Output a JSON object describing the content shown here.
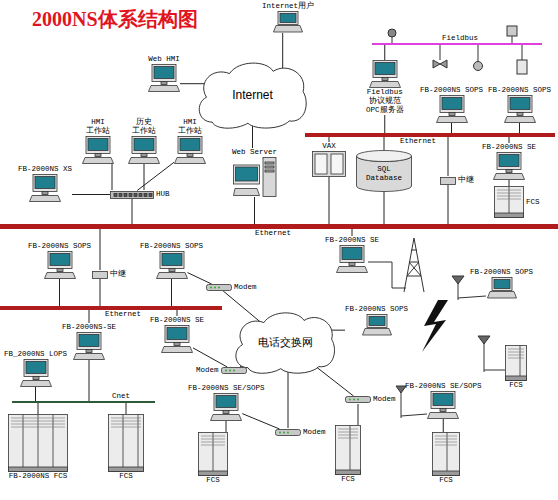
{
  "diagram": {
    "title": "2000NS体系结构图",
    "nodes": [
      {
        "text": [
          "Internet用户"
        ]
      },
      {
        "text": [
          "Web HMI"
        ]
      },
      {
        "text": [
          "Internet"
        ]
      },
      {
        "text": [
          "Fieldbus"
        ]
      },
      {
        "text": [
          "Fieldbus 协议规范 OPC服务器"
        ]
      },
      {
        "text": [
          "FB-2000NS SOPS"
        ]
      },
      {
        "text": [
          "FB-2000NS SOPS"
        ]
      },
      {
        "text": [
          "HMI 工作站"
        ]
      },
      {
        "text": [
          "历史 工作站"
        ]
      },
      {
        "text": [
          "HMI 工作站"
        ]
      },
      {
        "text": [
          "Ethernet"
        ]
      },
      {
        "text": [
          "FB-2000NS XS"
        ]
      },
      {
        "text": [
          "HUB"
        ]
      },
      {
        "text": [
          "Web Server"
        ]
      },
      {
        "text": [
          "VAX"
        ]
      },
      {
        "text": [
          "SQL Database"
        ]
      },
      {
        "text": [
          "中继"
        ]
      },
      {
        "text": [
          "FB-2000NS SE"
        ]
      },
      {
        "text": [
          "FCS"
        ]
      },
      {
        "text": [
          "Ethernet"
        ]
      },
      {
        "text": [
          "FB-2000NS SOPS"
        ]
      },
      {
        "text": [
          "FB-2000NS SOPS"
        ]
      },
      {
        "text": [
          "FB-2000NS SE"
        ]
      },
      {
        "text": [
          "中继"
        ]
      },
      {
        "text": [
          "Modem"
        ]
      },
      {
        "text": [
          "FB-2000NS SOPS"
        ]
      },
      {
        "text": [
          "Ethernet"
        ]
      },
      {
        "text": [
          "FB-2000NS-SE"
        ]
      },
      {
        "text": [
          "FB-2000NS SE"
        ]
      },
      {
        "text": [
          "电话交换网"
        ]
      },
      {
        "text": [
          "FB-2000NS SOPS"
        ]
      },
      {
        "text": [
          "FB_2000NS LOPS"
        ]
      },
      {
        "text": [
          "Modem"
        ]
      },
      {
        "text": [
          "FCS"
        ]
      },
      {
        "text": [
          "Cnet"
        ]
      },
      {
        "text": [
          "FB-2000NS SE/SOPS"
        ]
      },
      {
        "text": [
          "FB-2000NS SE/SOPS"
        ]
      },
      {
        "text": [
          "Modem"
        ]
      },
      {
        "text": [
          "Modem"
        ]
      },
      {
        "text": [
          "FB-2000NS FCS"
        ]
      },
      {
        "text": [
          "FCS"
        ]
      },
      {
        "text": [
          "FCS"
        ]
      },
      {
        "text": [
          "FCS"
        ]
      },
      {
        "text": [
          "FCS"
        ]
      }
    ],
    "edges": [
      {
        "from": 0,
        "to": 2,
        "arrow": "none"
      },
      {
        "from": 1,
        "to": 2,
        "arrow": "none"
      },
      {
        "from": 2,
        "to": 13,
        "arrow": "none"
      },
      {
        "from": 3,
        "to": 4,
        "arrow": "none"
      },
      {
        "from": 4,
        "to": 10,
        "arrow": "none"
      },
      {
        "from": 5,
        "to": 10,
        "arrow": "none"
      },
      {
        "from": 6,
        "to": 10,
        "arrow": "none"
      },
      {
        "from": 7,
        "to": 12,
        "arrow": "none"
      },
      {
        "from": 8,
        "to": 12,
        "arrow": "none"
      },
      {
        "from": 9,
        "to": 12,
        "arrow": "none"
      },
      {
        "from": 11,
        "to": 12,
        "arrow": "none"
      },
      {
        "from": 12,
        "to": 19,
        "arrow": "none"
      },
      {
        "from": 13,
        "to": 19,
        "arrow": "none"
      },
      {
        "from": 10,
        "to": 14,
        "arrow": "none"
      },
      {
        "from": 14,
        "to": 19,
        "arrow": "none"
      },
      {
        "from": 10,
        "to": 15,
        "arrow": "none"
      },
      {
        "from": 15,
        "to": 19,
        "arrow": "none"
      },
      {
        "from": 10,
        "to": 16,
        "arrow": "none"
      },
      {
        "from": 16,
        "to": 19,
        "arrow": "none"
      },
      {
        "from": 10,
        "to": 17,
        "arrow": "none"
      },
      {
        "from": 17,
        "to": 18,
        "arrow": "none"
      },
      {
        "from": 19,
        "to": 22,
        "arrow": "none"
      },
      {
        "from": 19,
        "to": 23,
        "arrow": "none"
      },
      {
        "from": 23,
        "to": 26,
        "arrow": "none"
      },
      {
        "from": 20,
        "to": 26,
        "arrow": "none"
      },
      {
        "from": 21,
        "to": 26,
        "arrow": "none"
      },
      {
        "from": 21,
        "to": 24,
        "arrow": "none"
      },
      {
        "from": 24,
        "to": 29,
        "arrow": "none"
      },
      {
        "from": 26,
        "to": 27,
        "arrow": "none"
      },
      {
        "from": 26,
        "to": 28,
        "arrow": "none"
      },
      {
        "from": 28,
        "to": 32,
        "arrow": "none"
      },
      {
        "from": 32,
        "to": 29,
        "arrow": "none"
      },
      {
        "from": 30,
        "to": 29,
        "arrow": "none"
      },
      {
        "from": 27,
        "to": 34,
        "arrow": "none"
      },
      {
        "from": 31,
        "to": 34,
        "arrow": "none"
      },
      {
        "from": 34,
        "to": 39,
        "arrow": "none"
      },
      {
        "from": 34,
        "to": 40,
        "arrow": "none"
      },
      {
        "from": 35,
        "to": 38,
        "arrow": "none"
      },
      {
        "from": 35,
        "to": 41,
        "arrow": "none"
      },
      {
        "from": 38,
        "to": 29,
        "arrow": "none"
      },
      {
        "from": 37,
        "to": 29,
        "arrow": "none"
      },
      {
        "from": 37,
        "to": 42,
        "arrow": "none"
      },
      {
        "from": 36,
        "to": 43,
        "arrow": "none"
      }
    ]
  }
}
